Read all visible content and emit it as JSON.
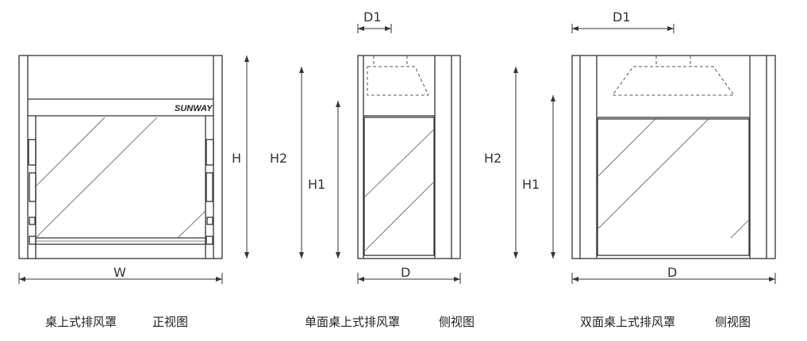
{
  "front_view": {
    "brand_logo": "SUNWAY",
    "dim_height": "H",
    "dim_width": "W",
    "caption_name": "桌上式排风罩",
    "caption_view": "正视图"
  },
  "single_side_view": {
    "dim_d1": "D1",
    "dim_h2": "H2",
    "dim_h1": "H1",
    "dim_d": "D",
    "caption_name": "单面桌上式排风罩",
    "caption_view": "侧视图"
  },
  "double_side_view": {
    "dim_d1": "D1",
    "dim_h2": "H2",
    "dim_h1": "H1",
    "dim_d": "D",
    "caption_name": "双面桌上式排风罩",
    "caption_view": "侧视图"
  }
}
